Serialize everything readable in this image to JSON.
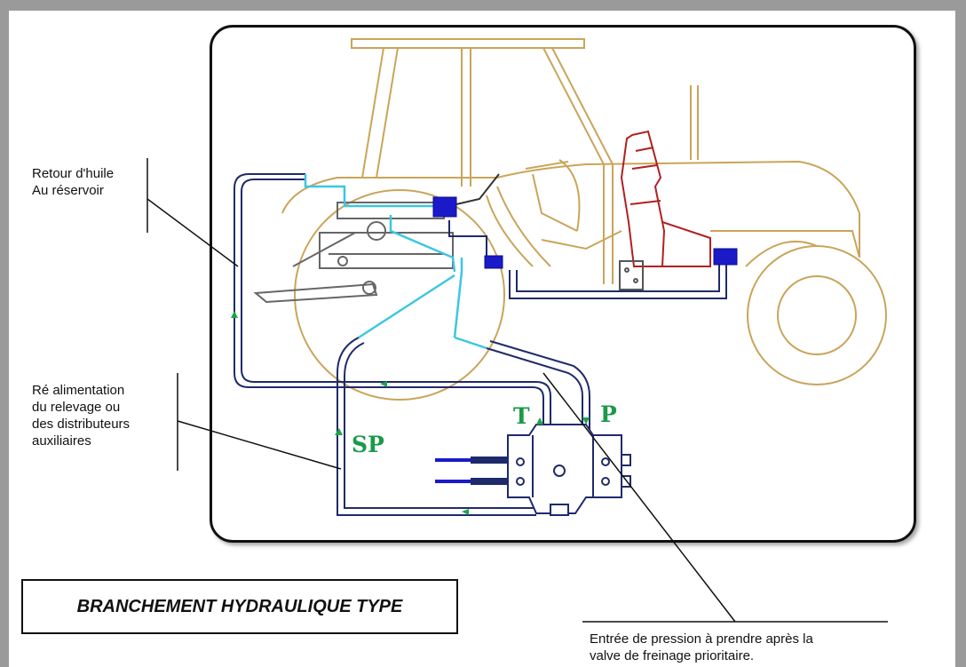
{
  "title": "BRANCHEMENT HYDRAULIQUE TYPE",
  "labels": {
    "return_oil": "Retour d'huile\nAu réservoir",
    "re_supply": "Ré alimentation\ndu relevage ou\ndes distributeurs\nauxiliaires",
    "pressure_inlet": "Entrée de pression à prendre après la\nvalve de freinage prioritaire."
  },
  "ports": {
    "t": "T",
    "p": "P",
    "sp": "SP"
  },
  "colors": {
    "tractor_outline": "#c9a55a",
    "hydraulic_line": "#1f2a6b",
    "supply_line": "#3cc7e0",
    "flow_arrow": "#1fa34a",
    "valve_component": "#1a1ac8",
    "steering_column": "#b02020"
  },
  "icons": [
    "tractor-outline",
    "hydraulic-valve-block",
    "flow-arrow-icon"
  ]
}
